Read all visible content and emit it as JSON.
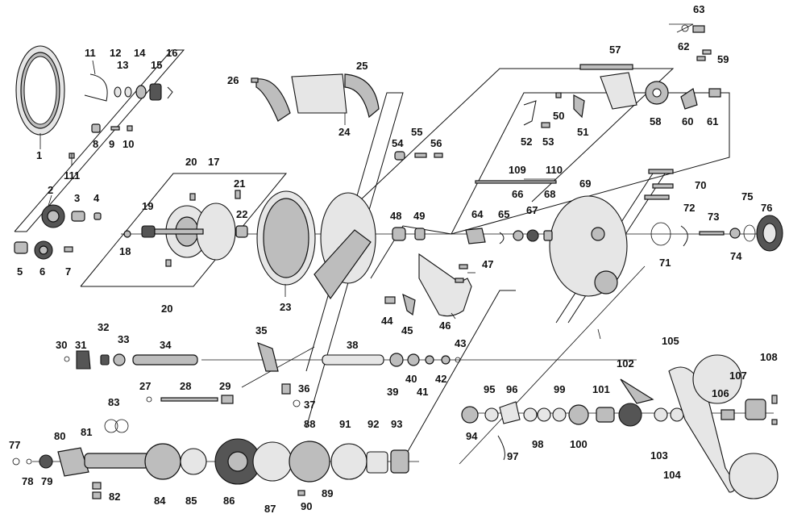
{
  "diagram": {
    "part_numbers": [
      "1",
      "2",
      "3",
      "4",
      "5",
      "6",
      "7",
      "8",
      "9",
      "10",
      "11",
      "12",
      "13",
      "14",
      "15",
      "16",
      "17",
      "18",
      "19",
      "20",
      "20",
      "21",
      "22",
      "23",
      "24",
      "25",
      "26",
      "27",
      "28",
      "29",
      "30",
      "31",
      "32",
      "33",
      "34",
      "35",
      "36",
      "37",
      "38",
      "39",
      "40",
      "41",
      "42",
      "43",
      "44",
      "45",
      "46",
      "47",
      "48",
      "49",
      "50",
      "51",
      "52",
      "53",
      "54",
      "55",
      "56",
      "57",
      "58",
      "59",
      "60",
      "61",
      "62",
      "63",
      "64",
      "65",
      "66",
      "67",
      "68",
      "69",
      "70",
      "71",
      "72",
      "73",
      "74",
      "75",
      "76",
      "77",
      "78",
      "79",
      "80",
      "81",
      "82",
      "83",
      "84",
      "85",
      "86",
      "87",
      "88",
      "89",
      "90",
      "91",
      "92",
      "93",
      "94",
      "95",
      "96",
      "97",
      "98",
      "99",
      "100",
      "101",
      "102",
      "103",
      "104",
      "105",
      "106",
      "107",
      "108",
      "109",
      "110",
      "111"
    ]
  }
}
